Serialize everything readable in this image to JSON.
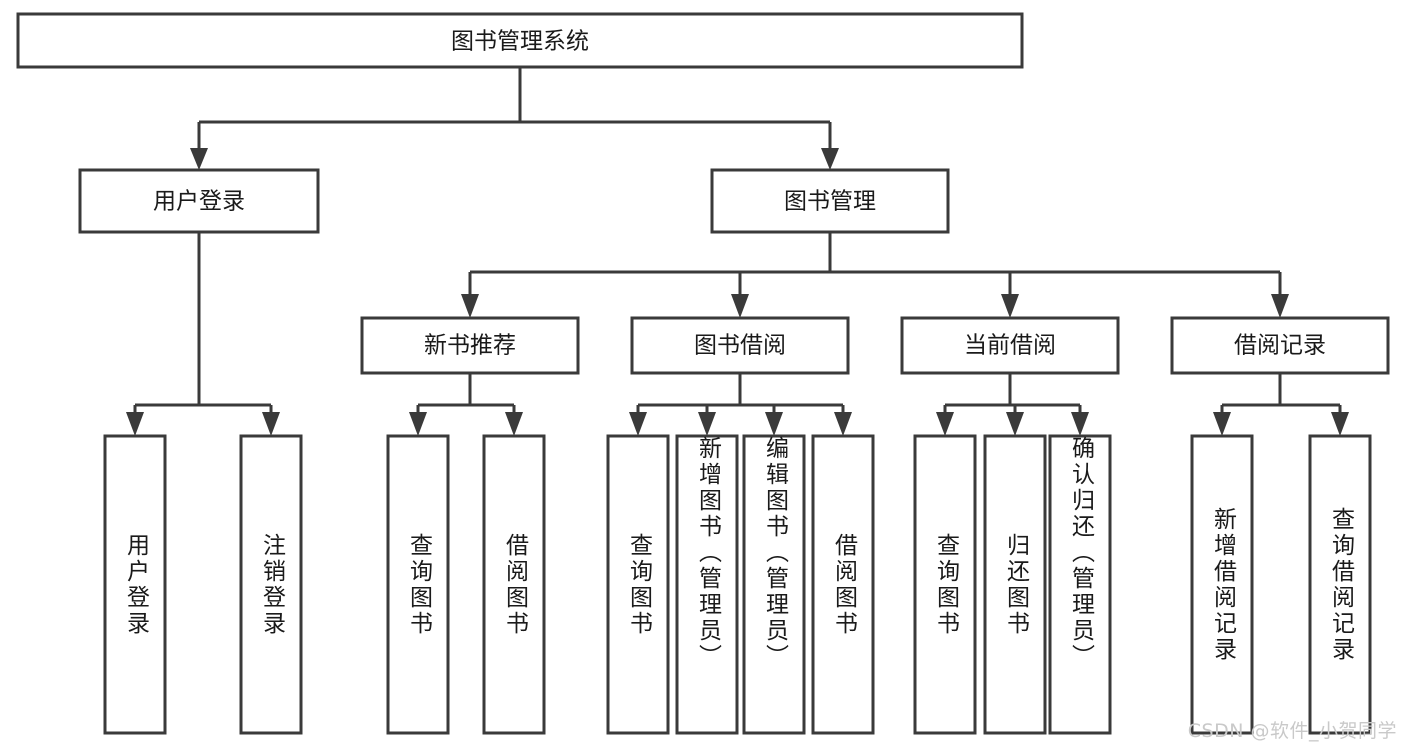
{
  "diagram": {
    "type": "tree",
    "title": "图书管理系统",
    "watermark": "CSDN @软件_小贺同学",
    "colors": {
      "stroke": "#3a3a3a",
      "node_fill": "#ffffff",
      "text": "#1a1a1a",
      "background": "#ffffff",
      "watermark": "#c9c9c9"
    },
    "root": {
      "label": "图书管理系统"
    },
    "level2": [
      {
        "label": "用户登录"
      },
      {
        "label": "图书管理"
      }
    ],
    "level3": [
      {
        "label": "新书推荐"
      },
      {
        "label": "图书借阅"
      },
      {
        "label": "当前借阅"
      },
      {
        "label": "借阅记录"
      }
    ],
    "leaves": {
      "user_login": [
        {
          "label": "用户登录"
        },
        {
          "label": "注销登录"
        }
      ],
      "new_book_recommend": [
        {
          "label": "查询图书"
        },
        {
          "label": "借阅图书"
        }
      ],
      "book_borrow": [
        {
          "label": "查询图书"
        },
        {
          "label": "新增图书（管理员）"
        },
        {
          "label": "编辑图书（管理员）"
        },
        {
          "label": "借阅图书"
        }
      ],
      "current_borrow": [
        {
          "label": "查询图书"
        },
        {
          "label": "归还图书"
        },
        {
          "label": "确认归还（管理员）"
        }
      ],
      "borrow_record": [
        {
          "label": "新增借阅记录"
        },
        {
          "label": "查询借阅记录"
        }
      ]
    }
  }
}
